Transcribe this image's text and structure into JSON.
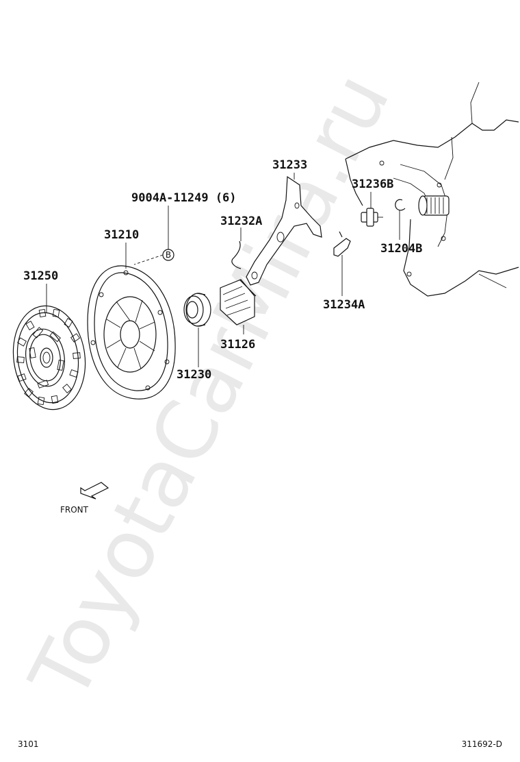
{
  "watermark": "ToyotaCarMira.ru",
  "parts": {
    "clutch_disc": "31250",
    "clutch_cover": "31210",
    "cover_bolt": "9004A-11249 (6)",
    "bolt_marker": "B",
    "release_bearing": "31230",
    "boot": "31126",
    "release_fork": "31233",
    "fork_spring": "31232A",
    "bearing_hub_clip": "31234A",
    "fork_support": "31236B",
    "fork_boot_retainer": "31204B"
  },
  "front_label": "FRONT",
  "footer": {
    "page_code": "3101",
    "drawing_id": "311692-D"
  },
  "icons": {
    "front_arrow": "front-arrow-icon"
  }
}
